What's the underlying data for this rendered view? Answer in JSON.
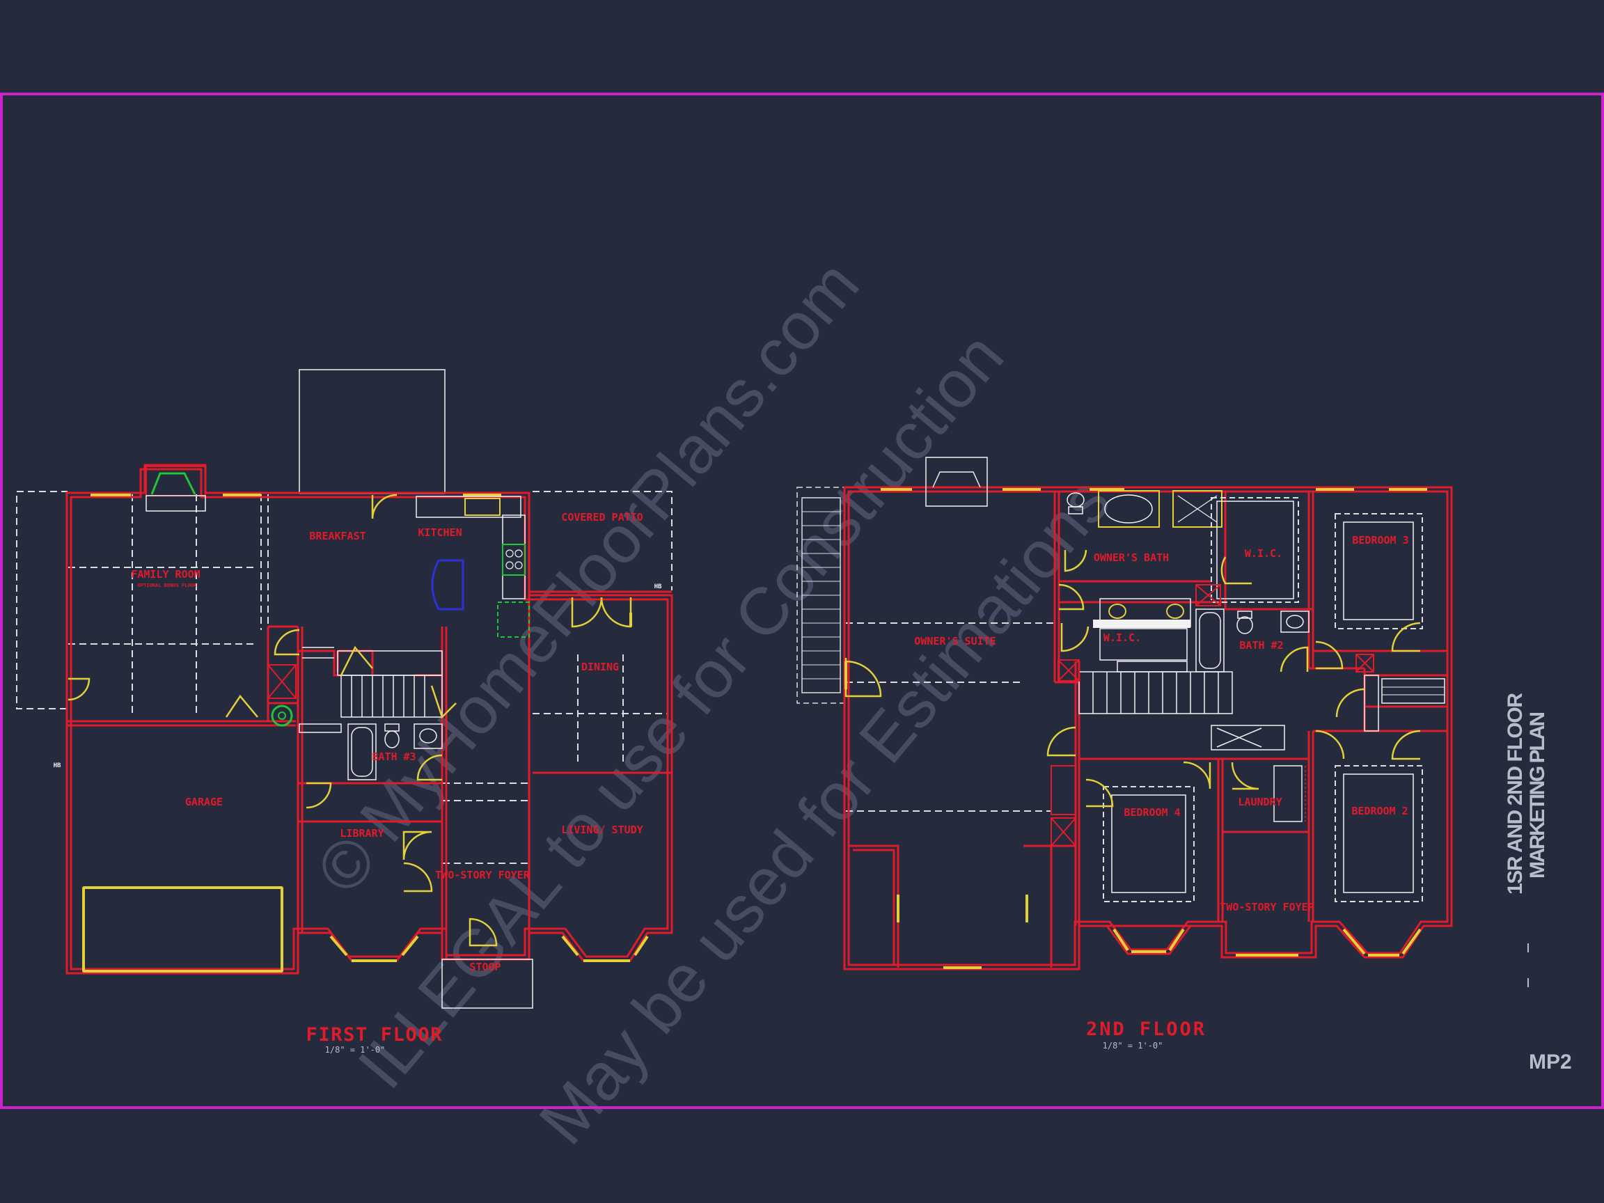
{
  "colors": {
    "background": "#262a3d",
    "frame": "#cc22cc",
    "wall": "#e01b2a",
    "window": "#e3d13a",
    "fixture": "#f2f2f2",
    "hidden": "#c9c9c9",
    "green": "#22c43a",
    "blue": "#2a34d6",
    "label": "#e01b2a",
    "sheet_text": "#b9bccb",
    "watermark": "#474c63"
  },
  "first_floor": {
    "title": "FIRST FLOOR",
    "scale": "1/8\" = 1'-0\"",
    "rooms": {
      "family_room": "FAMILY ROOM",
      "family_room_note": "OPTIONAL BONUS FLOOR",
      "breakfast": "BREAKFAST",
      "kitchen": "KITCHEN",
      "covered_patio": "COVERED PATIO",
      "dining": "DINING",
      "bath3": "BATH #3",
      "garage": "GARAGE",
      "library": "LIBRARY",
      "two_story_foyer": "TWO-STORY FOYER",
      "living_study": "LIVING/ STUDY",
      "stoop": "STOOP"
    },
    "hose_bibs": [
      "HB",
      "HB"
    ]
  },
  "second_floor": {
    "title": "2ND FLOOR",
    "scale": "1/8\" = 1'-0\"",
    "rooms": {
      "owners_bath": "OWNER'S BATH",
      "wic1": "W.I.C.",
      "bedroom3": "BEDROOM 3",
      "owners_suite": "OWNER'S SUITE",
      "wic2": "W.I.C.",
      "bath2": "BATH #2",
      "bedroom4": "BEDROOM 4",
      "laundry": "LAUNDRY",
      "bedroom2": "BEDROOM 2",
      "two_story_foyer": "TWO-STORY FOYER"
    }
  },
  "sheet": {
    "title_line1": "1SR AND 2ND FLOOR",
    "title_line2": "MARKETING PLAN",
    "number": "MP2"
  },
  "watermark": {
    "line1": "© MyHomeFloorPlans.com",
    "line2": "ILLEGAL to use for Construction",
    "line3": "May be used for Estimations"
  }
}
